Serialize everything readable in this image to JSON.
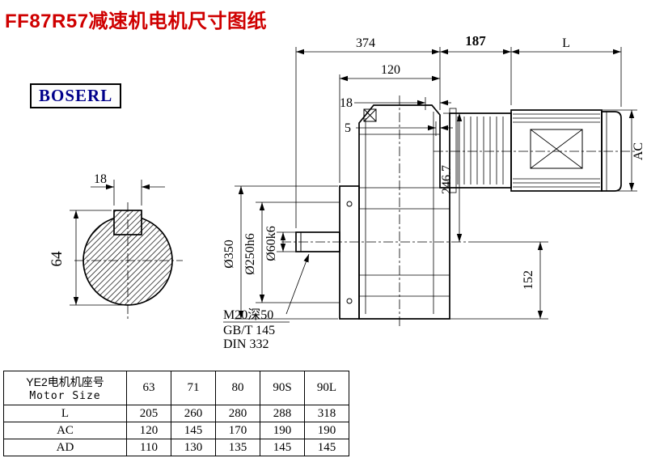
{
  "page": {
    "title": "FF87R57减速机电机尺寸图纸",
    "brand": "BOSERL"
  },
  "drawing": {
    "dims": {
      "overall_374": "374",
      "mid_187": "187",
      "motor_L": "L",
      "d120": "120",
      "d18": "18",
      "d5": "5",
      "ac": "AC",
      "d246_7": "246.7",
      "d152": "152",
      "flange_od": "Ø350",
      "spigot": "Ø250h6",
      "shaft": "Ø60k6",
      "key_width_18": "18",
      "key_height_64": "64"
    },
    "notes": {
      "tap": "M20深50",
      "std_gb": "GB/T 145",
      "std_din": "DIN 332"
    }
  },
  "table": {
    "header": {
      "label_cn": "YE2电机机座号",
      "label_en": "Motor Size",
      "sizes": [
        "63",
        "71",
        "80",
        "90S",
        "90L"
      ]
    },
    "rows": [
      {
        "label": "L",
        "values": [
          "205",
          "260",
          "280",
          "288",
          "318"
        ]
      },
      {
        "label": "AC",
        "values": [
          "120",
          "145",
          "170",
          "190",
          "190"
        ]
      },
      {
        "label": "AD",
        "values": [
          "110",
          "130",
          "135",
          "145",
          "145"
        ]
      }
    ]
  }
}
